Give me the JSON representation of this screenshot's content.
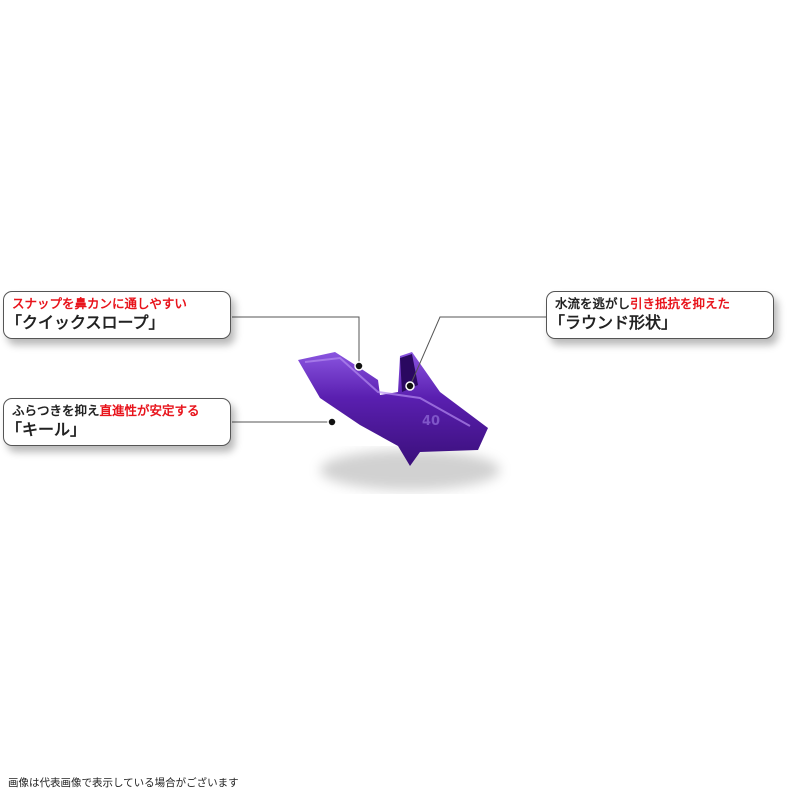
{
  "callouts": {
    "quick_slope": {
      "lead": "スナップを鼻カンに通しやすい",
      "title": "「クイックスロープ」"
    },
    "keel": {
      "lead_black": "ふらつきを抑え",
      "lead_red": "直進性が安定する",
      "title": "「キール」"
    },
    "round_shape": {
      "lead_black": "水流を逃がし",
      "lead_red": "引き抵抗を抑えた",
      "title": "「ラウンド形状」"
    }
  },
  "product": {
    "weight_marking": "40",
    "color": "#5a1fb0"
  },
  "footer_note": "画像は代表画像で表示している場合がございます"
}
